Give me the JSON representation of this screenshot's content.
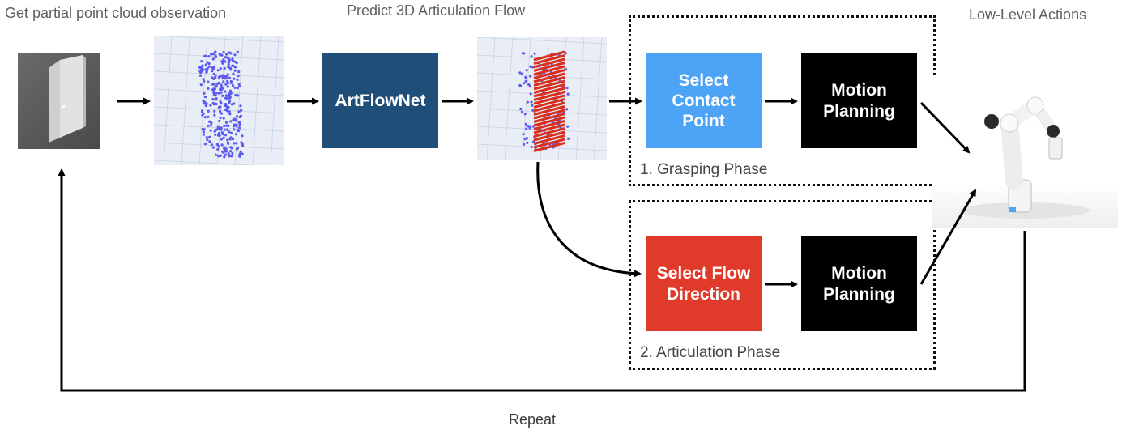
{
  "labels": {
    "observation": "Get partial point cloud observation",
    "predict": "Predict 3D Articulation Flow",
    "low_level": "Low-Level Actions",
    "repeat": "Repeat"
  },
  "boxes": {
    "artflownet": "ArtFlowNet",
    "select_contact": "Select\nContact\nPoint",
    "motion_planning_1": "Motion\nPlanning",
    "select_flow": "Select Flow\nDirection",
    "motion_planning_2": "Motion\nPlanning"
  },
  "phases": {
    "grasping": "1. Grasping Phase",
    "articulation": "2. Articulation Phase"
  },
  "colors": {
    "artflownet": "#1f4e79",
    "select_contact": "#4da3f5",
    "select_flow": "#e03a2b",
    "motion": "#000000",
    "points": "#5b5bf0",
    "flow": "#d9301e"
  },
  "icons": [
    "door-image",
    "point-cloud-image",
    "flow-prediction-image",
    "robot-arm-image"
  ]
}
